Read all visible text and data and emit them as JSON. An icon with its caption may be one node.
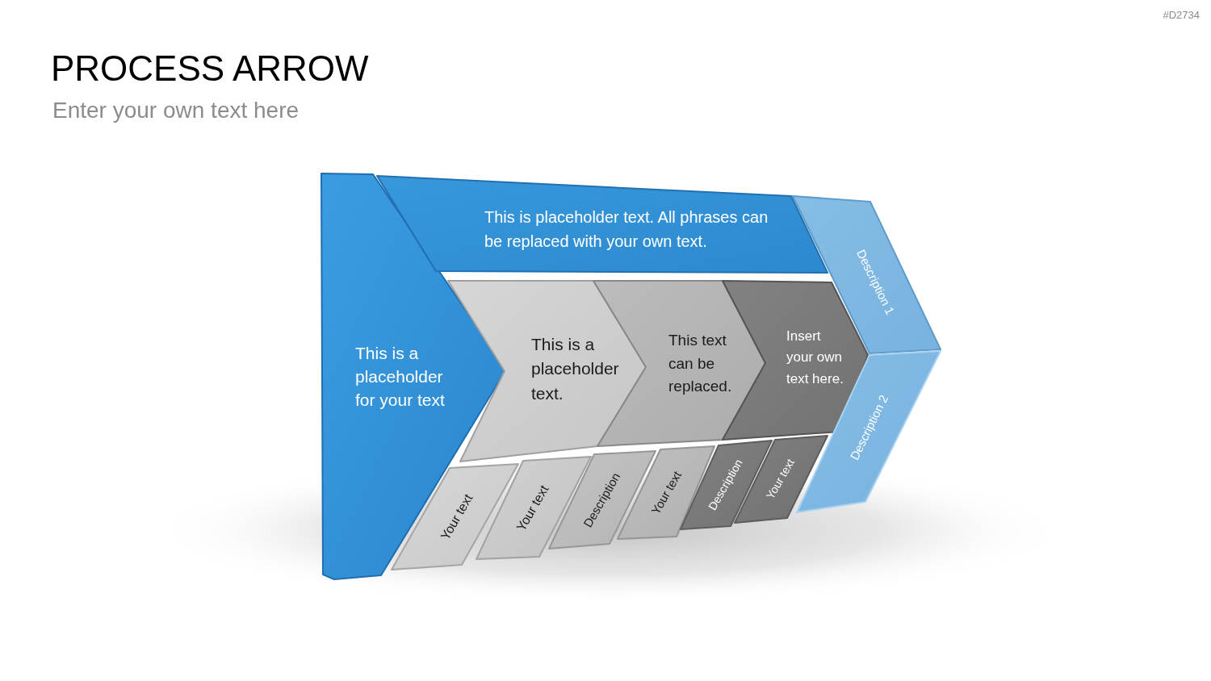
{
  "diagram": {
    "title": "PROCESS ARROW",
    "nodes": [
      {
        "text": [
          "This is a placeholder for your text"
        ]
      },
      {
        "text": [
          "This is placeholder text. All phrases can be replaced with your own text."
        ]
      },
      {
        "text": [
          "This is a placeholder text."
        ]
      },
      {
        "text": [
          "This text can be replaced."
        ]
      },
      {
        "text": [
          "Insert your own text here."
        ]
      },
      {
        "text": [
          "Description 1"
        ]
      },
      {
        "text": [
          "Description 2"
        ]
      },
      {
        "text": [
          "Your text"
        ]
      },
      {
        "text": [
          "Your text"
        ]
      },
      {
        "text": [
          "Description"
        ]
      },
      {
        "text": [
          "Your text"
        ]
      },
      {
        "text": [
          "Description"
        ]
      },
      {
        "text": [
          "Your text"
        ]
      }
    ],
    "labels": [
      "#D2734",
      "Enter your own text here"
    ]
  }
}
